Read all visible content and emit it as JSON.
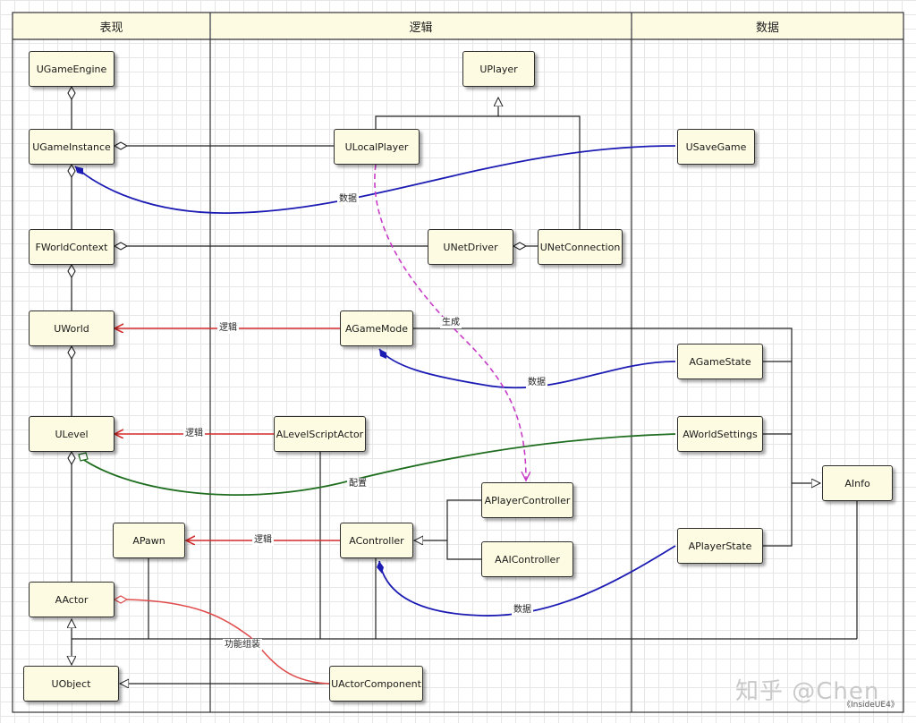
{
  "columns": [
    "表现",
    "逻辑",
    "数据"
  ],
  "classes": {
    "ugameengine": "UGameEngine",
    "ugameinstance": "UGameInstance",
    "fworldcontext": "FWorldContext",
    "uworld": "UWorld",
    "ulevel": "ULevel",
    "apawn": "APawn",
    "aactor": "AActor",
    "uobject": "UObject",
    "uplayer": "UPlayer",
    "ulocalplayer": "ULocalPlayer",
    "unetdriver": "UNetDriver",
    "unetconnection": "UNetConnection",
    "agamemode": "AGameMode",
    "alevelscriptactor": "ALevelScriptActor",
    "aplayercontroller": "APlayerController",
    "acontroller": "AController",
    "aaicontroller": "AAIController",
    "uactorcomponent": "UActorComponent",
    "usavegame": "USaveGame",
    "agamestate": "AGameState",
    "aworldsettings": "AWorldSettings",
    "aplayerstate": "APlayerState",
    "ainfo": "AInfo"
  },
  "edge_labels": {
    "savegame_data": "数据",
    "gamemode_logic": "逻辑",
    "localplayer_spawn": "生成",
    "gamestate_data": "数据",
    "levelscript_logic": "逻辑",
    "worldsettings_config": "配置",
    "controller_logic": "逻辑",
    "playerstate_data": "数据",
    "component_composition": "功能组装"
  },
  "colors": {
    "data_link": "#1c1cb4",
    "logic_link": "#d42a2a",
    "config_link": "#1f6e1f",
    "spawn_link": "#c83cc8",
    "component_link": "#e04a4a",
    "box_fill": "#fdfbe1"
  },
  "watermark": "知乎 @Chen",
  "credit": "《InsideUE4》"
}
